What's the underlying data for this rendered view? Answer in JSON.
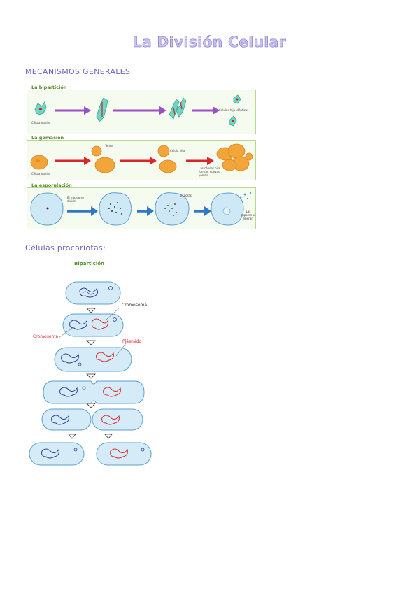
{
  "title": "La División Celular",
  "section1": "MECANISMOS GENERALES",
  "section2": "Células procariotas:",
  "bipartition": {
    "title": "La bipartición",
    "label_mother": "Célula madre",
    "label_daughters": "Células hija idénticas"
  },
  "budding": {
    "title": "La gemación",
    "label_mother": "Célula madre",
    "label_bud": "Yema",
    "label_daughter": "Célula hija",
    "label_result": "Las células hija forman nuevas yemas"
  },
  "sporulation": {
    "title": "La esporulación",
    "label_nucleus": "El núcleo se divide",
    "label_spores": "Esporas",
    "label_freed": "Las esporas se liberan"
  },
  "prokaryote": {
    "title": "Bipartición",
    "label_chromosome_1": "Cromosoma",
    "label_chromosome_2": "Cromosoma",
    "label_plasmid": "Plásmido"
  },
  "colors": {
    "title_fill": "#c9c2f0",
    "heading": "#6f62c4",
    "panel_border": "#b9d98b",
    "arrow_purple": "#9b4fc4",
    "arrow_red": "#d9262b",
    "arrow_blue": "#2f78c8",
    "chromosome_blue": "#2d3f8f",
    "chromosome_red": "#d8262b"
  }
}
